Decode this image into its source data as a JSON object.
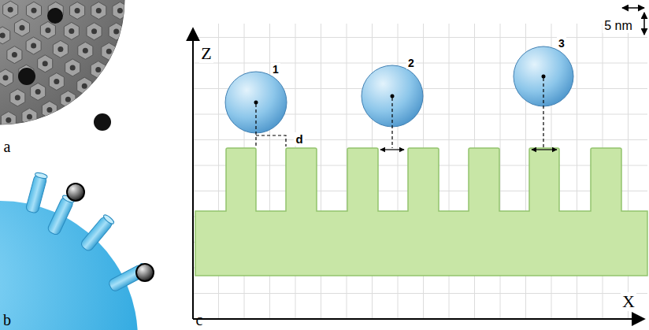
{
  "diagram": {
    "labels": [
      "a",
      "b",
      "c",
      "Z",
      "5 nm",
      "1",
      "2",
      "3",
      "d",
      "X"
    ]
  }
}
